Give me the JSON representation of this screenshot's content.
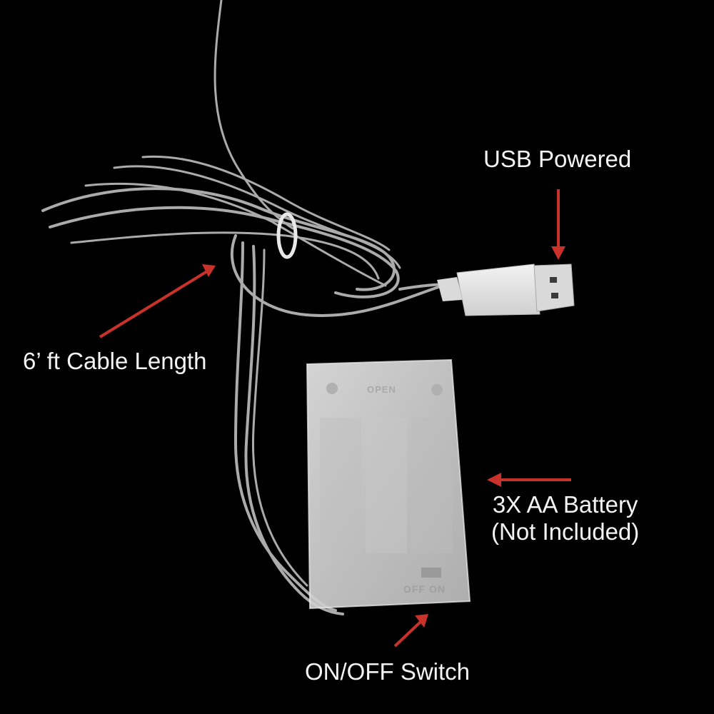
{
  "annotations": {
    "usb": "USB Powered",
    "cable": "6’ ft Cable Length",
    "battery_line1": "3X AA Battery",
    "battery_line2": "(Not Included)",
    "switch": "ON/OFF Switch"
  },
  "device_markings": {
    "open": "OPEN",
    "off_on": "OFF ON"
  },
  "colors": {
    "background": "#000000",
    "arrow": "#c8322a",
    "label_text": "#f4f4f4",
    "cable": "#c9c9c9",
    "battery_box": "#dcdcdc"
  },
  "icons": [
    "arrow-icon",
    "usb-plug-icon",
    "battery-box-icon",
    "cable-coil-icon"
  ]
}
